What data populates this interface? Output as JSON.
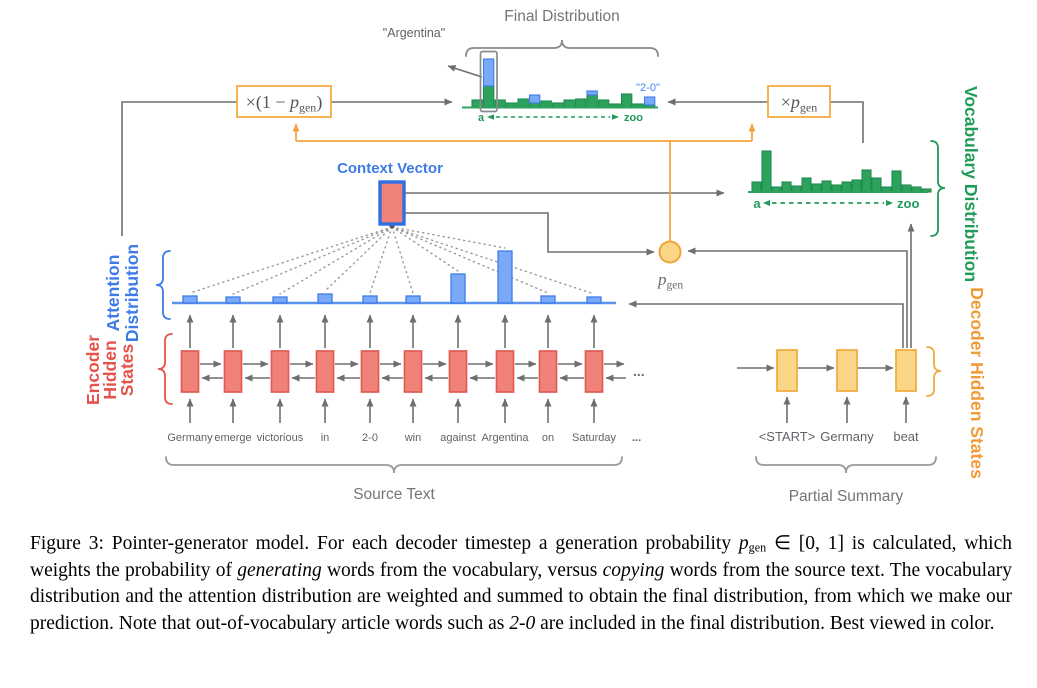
{
  "colors": {
    "attention_blue_fill": "#7AA9F7",
    "attention_blue_stroke": "#3F7DE8",
    "encoder_red_fill": "#F0827A",
    "encoder_red_stroke": "#E25A52",
    "vocab_green_fill": "#2CA25C",
    "vocab_green_stroke": "#1E8A4E",
    "decoder_yellow_fill": "#FBD687",
    "decoder_yellow_stroke": "#F3A93D",
    "orange_accent": "#F2A33C",
    "line_gray": "#6F6F6F"
  },
  "figure": {
    "final_distribution": {
      "title": "Final Distribution",
      "callout": "\"Argentina\"",
      "oov_label": "\"2-0\"",
      "axis": {
        "left": "a",
        "right": "zoo"
      },
      "boxed_bar_index": 1,
      "bars": [
        {
          "green": 7,
          "blue": 0
        },
        {
          "green": 21,
          "blue": 27
        },
        {
          "green": 7,
          "blue": 0
        },
        {
          "green": 4,
          "blue": 0
        },
        {
          "green": 8,
          "blue": 0
        },
        {
          "green": 4,
          "blue": 8
        },
        {
          "green": 6,
          "blue": 0
        },
        {
          "green": 4,
          "blue": 0
        },
        {
          "green": 7,
          "blue": 0
        },
        {
          "green": 8,
          "blue": 0
        },
        {
          "green": 12,
          "blue": 4
        },
        {
          "green": 7,
          "blue": 0
        },
        {
          "green": 3,
          "blue": 0
        },
        {
          "green": 13,
          "blue": 0
        },
        {
          "green": 3,
          "blue": 0
        },
        {
          "green": 2,
          "blue": 8
        }
      ]
    },
    "vocabulary_distribution": {
      "label": "Vocabulary Distribution",
      "axis": {
        "left": "a",
        "right": "zoo"
      },
      "bar_heights": [
        10,
        41,
        5,
        10,
        6,
        14,
        8,
        11,
        7,
        10,
        12,
        22,
        14,
        5,
        21,
        7,
        5,
        3
      ]
    },
    "attention_distribution": {
      "label_lines": [
        "Attention",
        "Distribution"
      ],
      "bar_heights": [
        7,
        6,
        6,
        9,
        7,
        7,
        29,
        52,
        7,
        6
      ]
    },
    "context_vector": {
      "label": "Context Vector"
    },
    "pgen_node": {
      "base": "p",
      "sub": "gen"
    },
    "gen_box": {
      "prefix": "×(1 − ",
      "base": "p",
      "sub": "gen",
      "suffix": ")"
    },
    "copy_box": {
      "prefix": "×",
      "base": "p",
      "sub": "gen"
    },
    "encoder": {
      "label_lines": [
        "Encoder",
        "Hidden",
        "States"
      ],
      "words": [
        "Germany",
        "emerge",
        "victorious",
        "in",
        "2-0",
        "win",
        "against",
        "Argentina",
        "on",
        "Saturday"
      ],
      "ellipsis": "..."
    },
    "decoder": {
      "label": "Decoder Hidden States",
      "words": [
        "<START>",
        "Germany",
        "beat"
      ]
    },
    "source_brace_label": "Source Text",
    "partial_brace_label": "Partial Summary"
  },
  "caption": {
    "parts": [
      {
        "style": "n",
        "text": "Figure 3: Pointer-generator model.  For each decoder timestep a generation probability "
      },
      {
        "style": "i",
        "text": "p"
      },
      {
        "style": "sub",
        "text": "gen"
      },
      {
        "style": "n",
        "text": " ∈ [0, 1] is calculated, which weights the probability of "
      },
      {
        "style": "i",
        "text": "generating"
      },
      {
        "style": "n",
        "text": " words from the vocabulary, versus "
      },
      {
        "style": "i",
        "text": "copying"
      },
      {
        "style": "n",
        "text": " words from the source text. The vocabulary distribution and the attention distribution are weighted and summed to obtain the final distribution, from which we make our prediction.  Note that out-of-vocabulary article words such as "
      },
      {
        "style": "i",
        "text": "2-0"
      },
      {
        "style": "n",
        "text": " are included in the final distribution. Best viewed in color."
      }
    ]
  }
}
